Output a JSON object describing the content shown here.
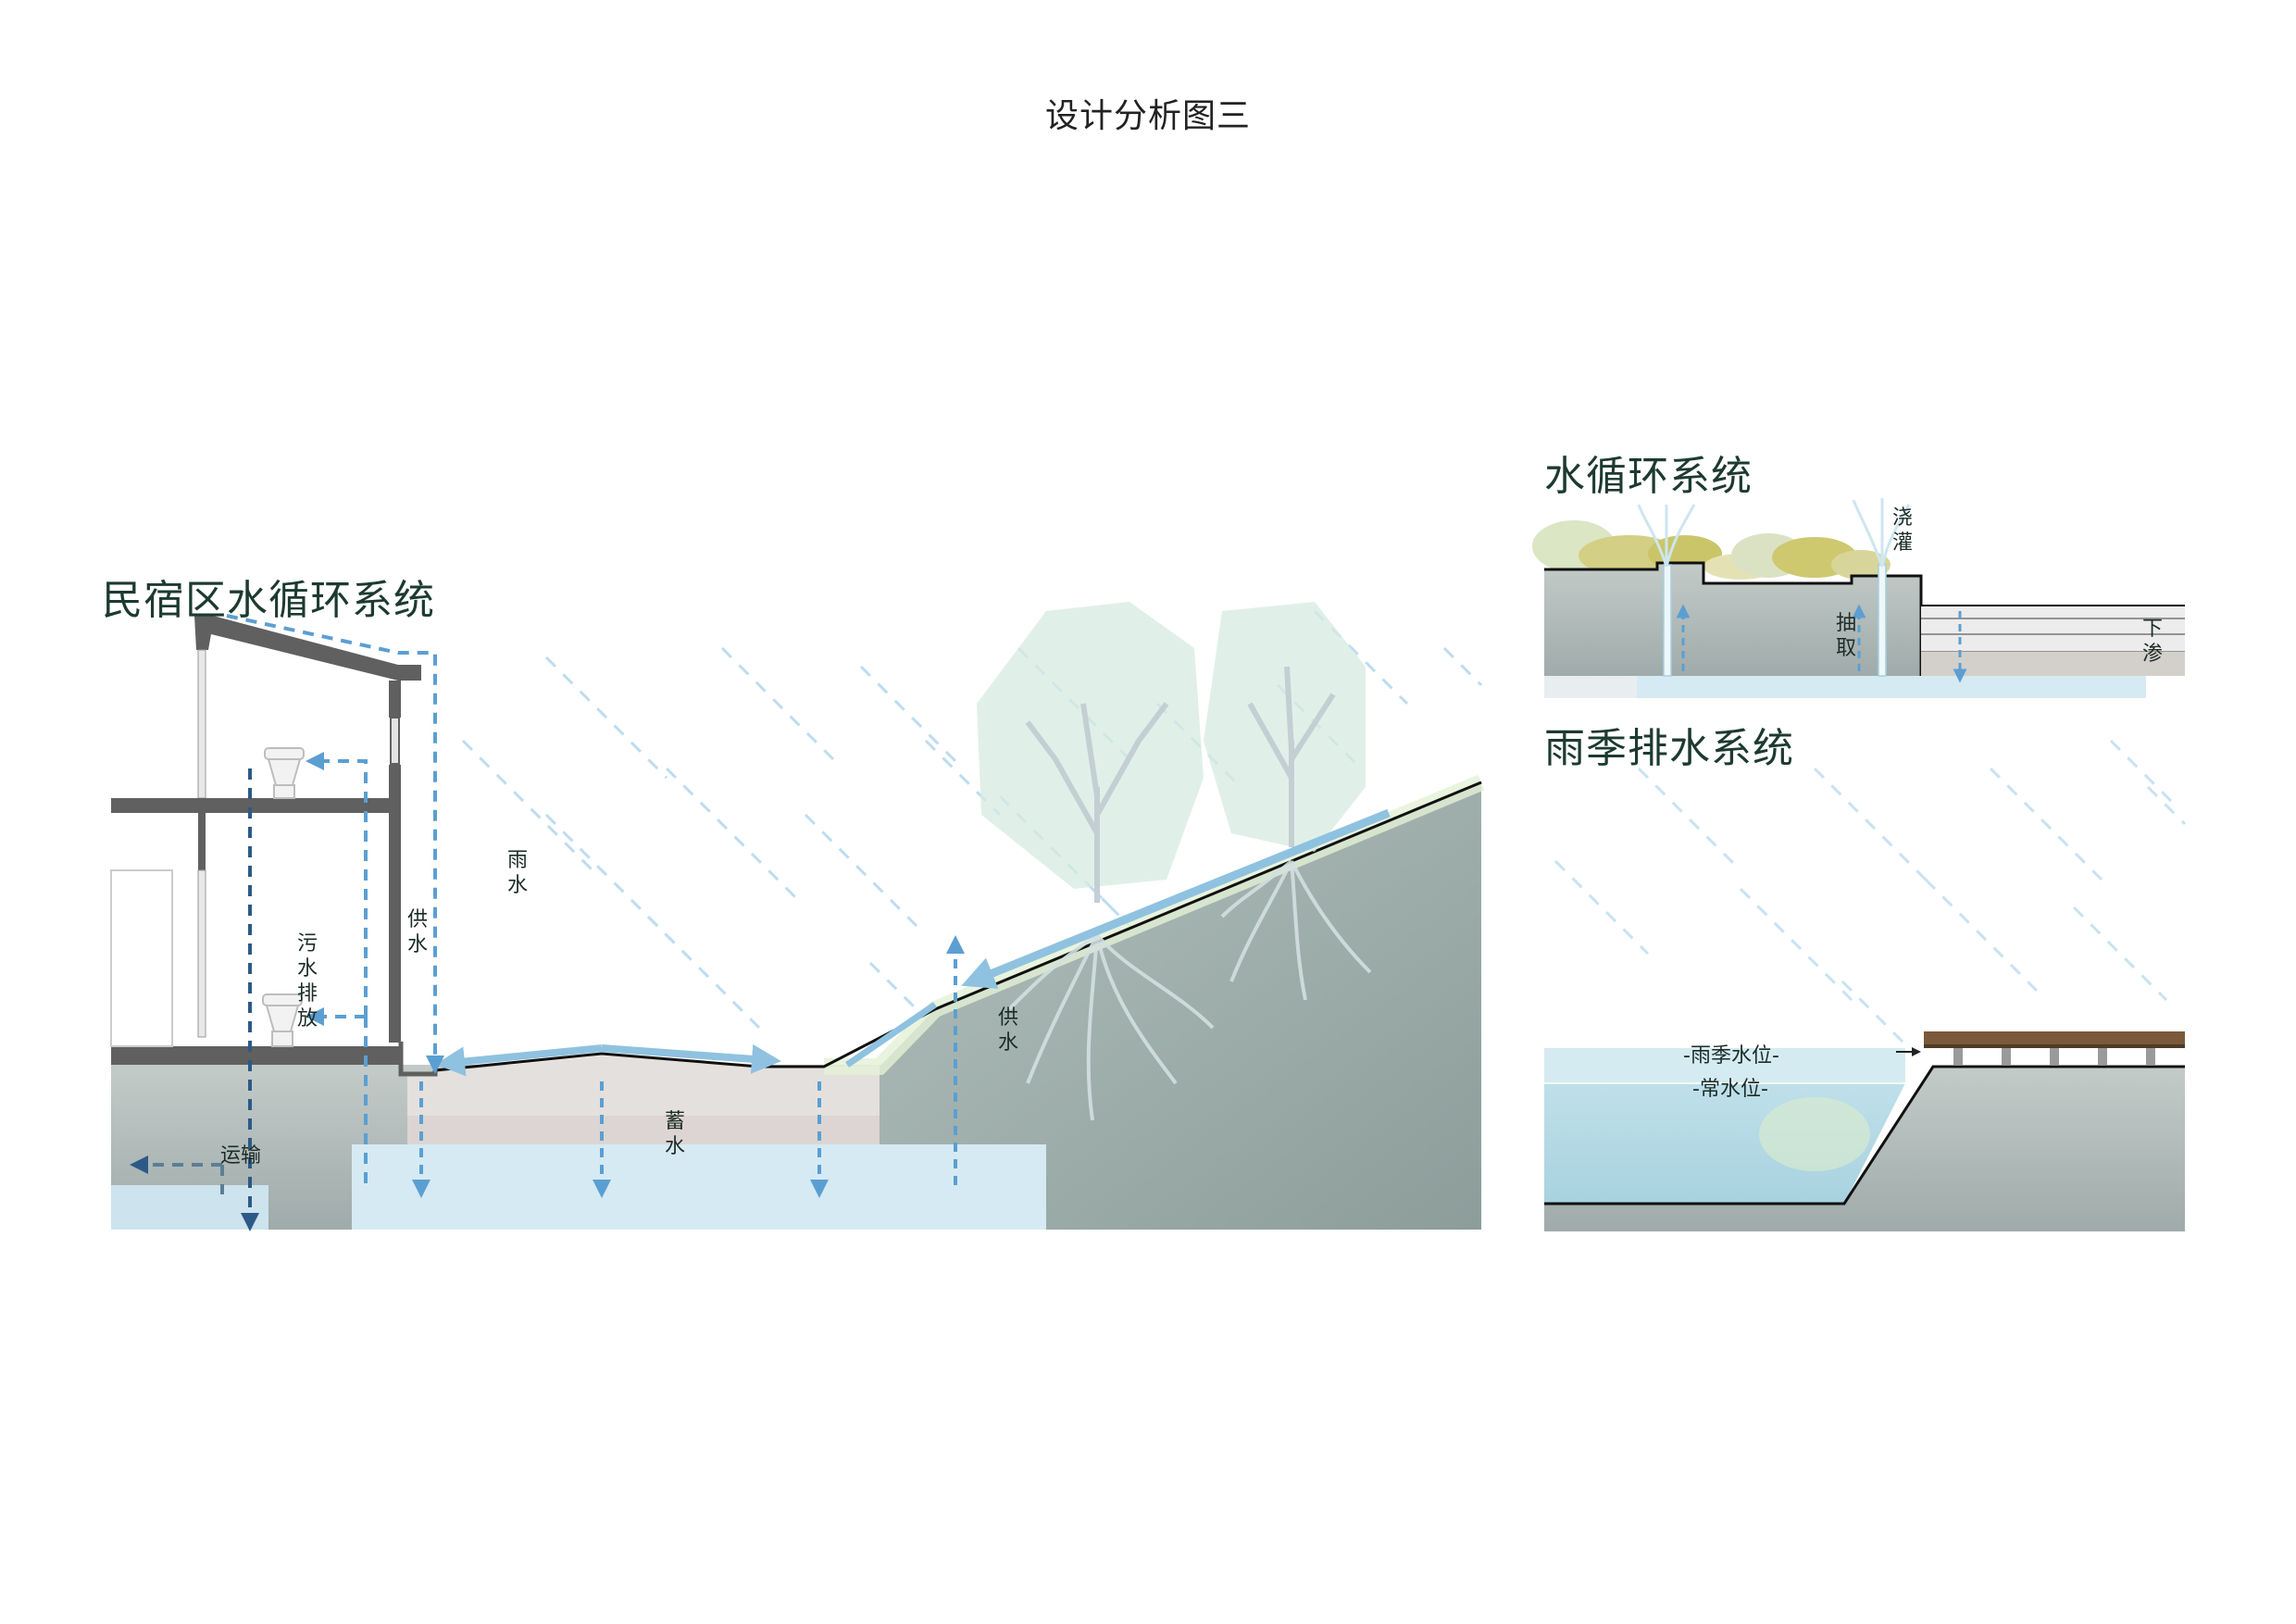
{
  "page_title": "设计分析图三",
  "main_section": {
    "title": "民宿区水循环系统",
    "labels": {
      "rain": "雨水",
      "supply_house": "供水",
      "sewage": "污水排放",
      "storage": "蓄水",
      "supply_slope": "供水",
      "transport": "运输"
    }
  },
  "water_cycle": {
    "title": "水循环系统",
    "labels": {
      "irrigation": "浇灌",
      "extraction": "抽取",
      "infiltration": "下渗"
    }
  },
  "rainy_drainage": {
    "title": "雨季排水系统",
    "labels": {
      "rainy_level": "-雨季水位-",
      "normal_level": "-常水位-"
    }
  },
  "colors": {
    "water_light": "#d6eaf3",
    "soil": "#aab5b2",
    "flow_arrow": "#5b9fd2",
    "dark_arrow": "#2c5a86",
    "structure": "#5f605f"
  }
}
